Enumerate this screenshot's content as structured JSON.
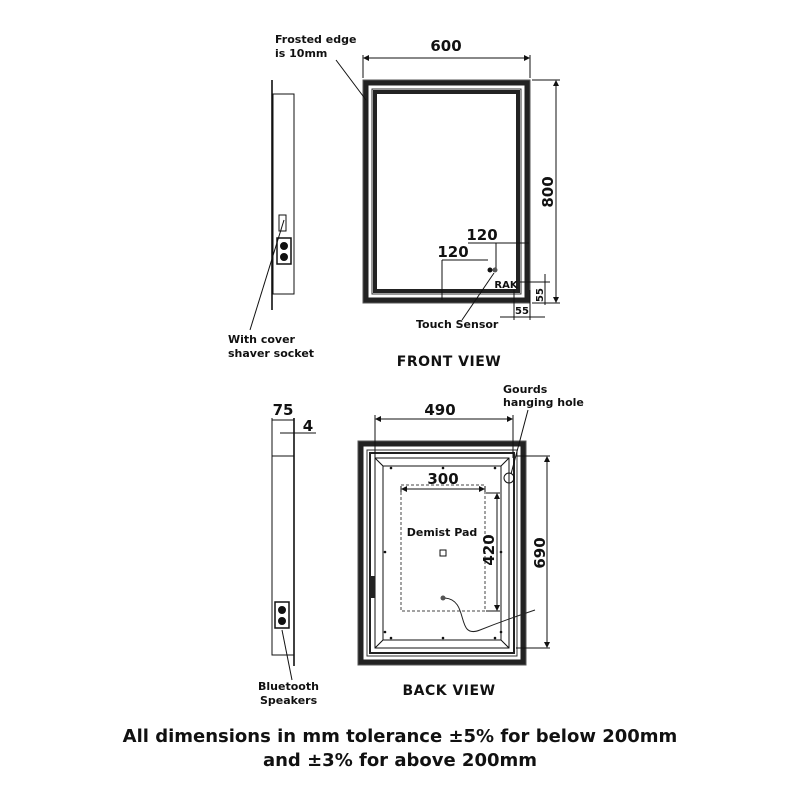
{
  "front_view": {
    "title": "FRONT VIEW",
    "width_dim": "600",
    "height_dim": "800",
    "frosted_edge_label_line1": "Frosted edge",
    "frosted_edge_label_line2": "is 10mm",
    "sensor_offset_x": "120",
    "sensor_offset_y": "120",
    "brand": "RAK",
    "corner_dim_x": "55",
    "corner_dim_y": "55",
    "touch_sensor_label": "Touch Sensor",
    "shaver_label_line1": "With cover",
    "shaver_label_line2": "shaver socket"
  },
  "back_view": {
    "title": "BACK VIEW",
    "width_dim": "490",
    "height_dim": "690",
    "pad_width_dim": "300",
    "pad_height_dim": "420",
    "demist_label": "Demist Pad",
    "hanging_label_line1": "Gourds",
    "hanging_label_line2": "hanging hole",
    "depth_dim": "75",
    "glass_dim": "4",
    "speaker_label_line1": "Bluetooth",
    "speaker_label_line2": "Speakers"
  },
  "footer": {
    "line1": "All dimensions in mm tolerance ±5% for below 200mm",
    "line2": "and ±3% for above 200mm"
  },
  "colors": {
    "ink": "#111111",
    "frame": "#2a2a2a"
  }
}
